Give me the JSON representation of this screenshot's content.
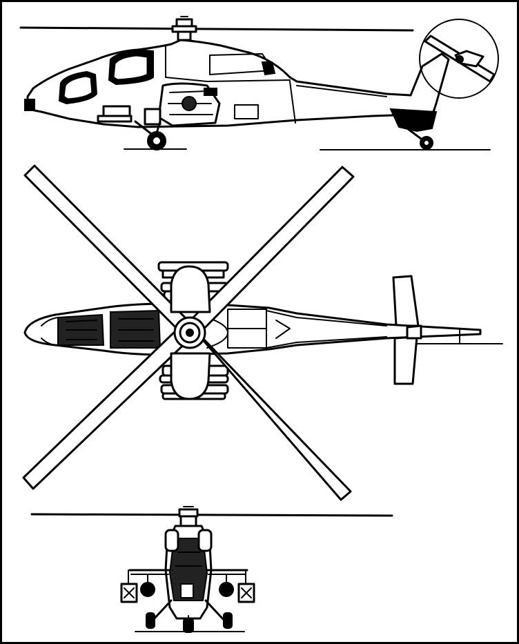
{
  "drawing": {
    "views": [
      "side-view",
      "top-view",
      "front-view"
    ],
    "line_color": "#000000",
    "background_color": "#ffffff"
  }
}
